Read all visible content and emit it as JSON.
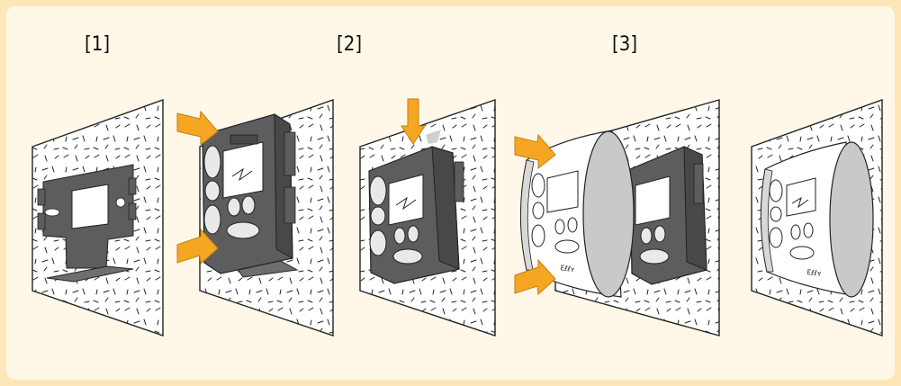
{
  "steps": [
    {
      "label": "[1]"
    },
    {
      "label": "[2]"
    },
    {
      "label": "[3]"
    }
  ],
  "device_brand": "Ɛℓℓʏ",
  "colors": {
    "background": "#fde6b8",
    "panel": "#fff8e8",
    "arrow": "#f5a623",
    "device_body": "#5d5d5f",
    "cover": "#ffffff",
    "cover_side": "#c9c9c9"
  },
  "icons": [
    "arrow-right-icon",
    "arrow-down-icon"
  ]
}
